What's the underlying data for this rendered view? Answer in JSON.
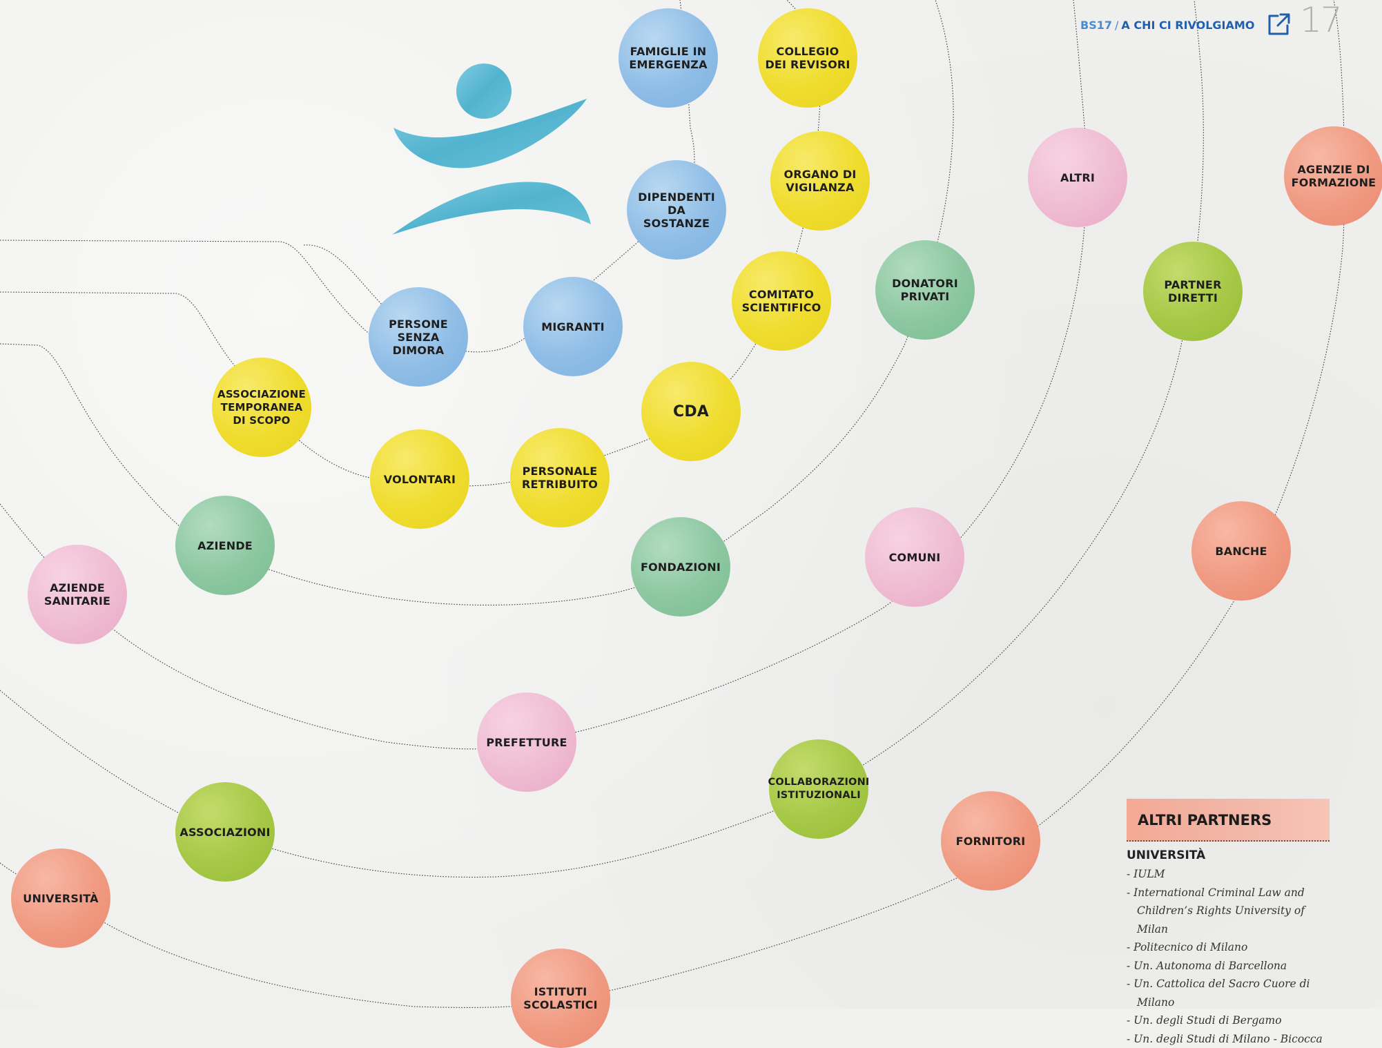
{
  "header": {
    "doc_code": "BS17",
    "separator": "/",
    "section_title": "A CHI CI RIVOLGIAMO",
    "link_icon": "external-link-icon",
    "page_number": "17"
  },
  "colors": {
    "blue": "#9cc6ea",
    "yellow": "#f2e03c",
    "green": "#8fcaa5",
    "pink": "#f1bcd3",
    "lime": "#a9c94a",
    "salmon": "#f19b84",
    "logo": "#5db9d1",
    "accent_blue": "#1f5fb0"
  },
  "nodes": [
    {
      "id": "famiglie",
      "label": "FAMIGLIE IN\nEMERGENZA",
      "color": "blue"
    },
    {
      "id": "collegio",
      "label": "COLLEGIO\nDEI REVISORI",
      "color": "yellow"
    },
    {
      "id": "dipendenti",
      "label": "DIPENDENTI\nDA SOSTANZE",
      "color": "blue"
    },
    {
      "id": "organo",
      "label": "ORGANO DI\nVIGILANZA",
      "color": "yellow"
    },
    {
      "id": "altri",
      "label": "ALTRI",
      "color": "pink"
    },
    {
      "id": "agenzie",
      "label": "AGENZIE DI\nFORMAZIONE",
      "color": "salmon"
    },
    {
      "id": "comitato",
      "label": "COMITATO\nSCIENTIFICO",
      "color": "yellow"
    },
    {
      "id": "donatori",
      "label": "DONATORI\nPRIVATI",
      "color": "green"
    },
    {
      "id": "partner",
      "label": "PARTNER\nDIRETTI",
      "color": "lime"
    },
    {
      "id": "persone",
      "label": "PERSONE\nSENZA\nDIMORA",
      "color": "blue"
    },
    {
      "id": "migranti",
      "label": "MIGRANTI",
      "color": "blue"
    },
    {
      "id": "associazione-temp",
      "label": "ASSOCIAZIONE\nTEMPORANEA\nDI SCOPO",
      "color": "yellow"
    },
    {
      "id": "cda",
      "label": "CDA",
      "color": "yellow"
    },
    {
      "id": "volontari",
      "label": "VOLONTARI",
      "color": "yellow"
    },
    {
      "id": "personale",
      "label": "PERSONALE\nRETRIBUITO",
      "color": "yellow"
    },
    {
      "id": "aziende",
      "label": "AZIENDE",
      "color": "green"
    },
    {
      "id": "fondazioni",
      "label": "FONDAZIONI",
      "color": "green"
    },
    {
      "id": "comuni",
      "label": "COMUNI",
      "color": "pink"
    },
    {
      "id": "banche",
      "label": "BANCHE",
      "color": "salmon"
    },
    {
      "id": "aziende-sanitarie",
      "label": "AZIENDE\nSANITARIE",
      "color": "pink"
    },
    {
      "id": "prefetture",
      "label": "PREFETTURE",
      "color": "pink"
    },
    {
      "id": "collaborazioni",
      "label": "COLLABORAZIONI\nISTITUZIONALI",
      "color": "lime"
    },
    {
      "id": "associazioni",
      "label": "ASSOCIAZIONI",
      "color": "lime"
    },
    {
      "id": "fornitori",
      "label": "FORNITORI",
      "color": "salmon"
    },
    {
      "id": "universita",
      "label": "UNIVERSITÀ",
      "color": "salmon"
    },
    {
      "id": "istituti",
      "label": "ISTITUTI\nSCOLASTICI",
      "color": "salmon"
    }
  ],
  "altri_partners": {
    "title": "ALTRI PARTNERS",
    "subtitle": "UNIVERSITÀ",
    "items": [
      "IULM",
      "International Criminal Law and Children’s Rights University of Milan",
      "Politecnico di Milano",
      "Un. Autonoma di Barcellona",
      "Un. Cattolica del Sacro Cuore di Milano",
      "Un. degli Studi di Bergamo",
      "Un. degli Studi di Milano - Bicocca"
    ]
  }
}
